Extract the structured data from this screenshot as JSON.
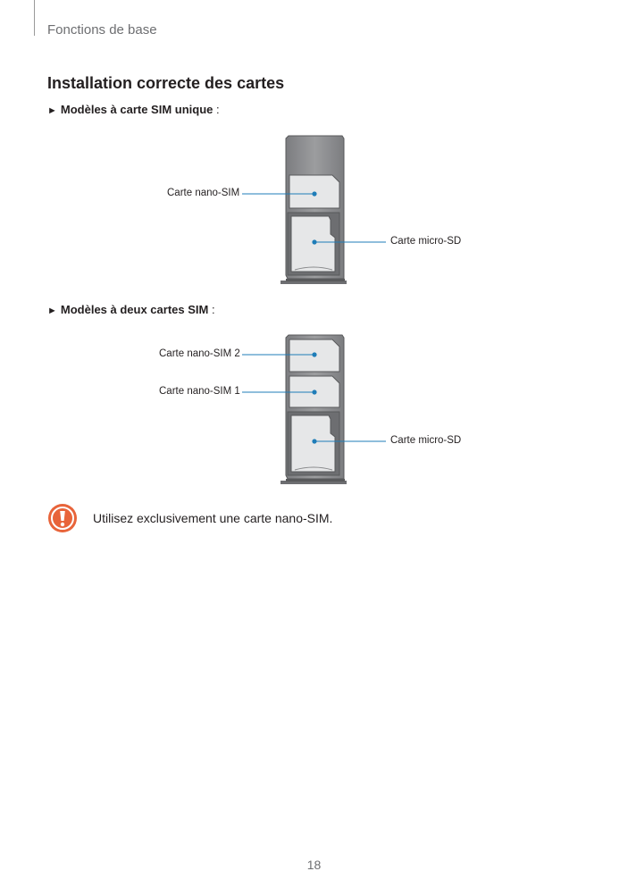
{
  "header": {
    "title": "Fonctions de base"
  },
  "section": {
    "title": "Installation correcte des cartes"
  },
  "models": [
    {
      "arrow": "►",
      "heading": "Modèles à carte SIM unique",
      "colon": " :",
      "labels": {
        "nano_sim": "Carte nano-SIM",
        "micro_sd": "Carte micro-SD"
      }
    },
    {
      "arrow": "►",
      "heading": "Modèles à deux cartes SIM",
      "colon": " :",
      "labels": {
        "nano_sim_2": "Carte nano-SIM 2",
        "nano_sim_1": "Carte nano-SIM 1",
        "micro_sd": "Carte micro-SD"
      }
    }
  ],
  "note": {
    "icon": "caution-icon",
    "text": "Utilisez exclusivement une carte nano-SIM.",
    "color": "#e8643a"
  },
  "footer": {
    "page_number": "18"
  },
  "colors": {
    "callout_line": "#1f7db8",
    "tray": "#8a8b8d",
    "card": "#e6e7e8"
  }
}
